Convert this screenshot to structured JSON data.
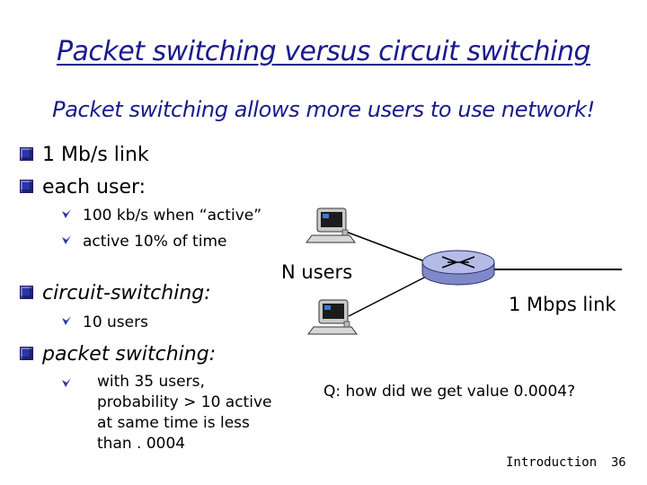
{
  "slide": {
    "title": "Packet switching versus circuit switching",
    "subtitle": "Packet switching allows more users to use network!",
    "bullets": {
      "link": "1 Mb/s link",
      "each_user": "each user:",
      "kbps": "100 kb/s when “active”",
      "active": "active 10% of time",
      "circuit": "circuit-switching:",
      "ten_users": "10 users",
      "packet": "packet switching:",
      "with35": "with 35 users, probability > 10 active at same time is less than . 0004"
    },
    "diagram": {
      "n_users": "N users",
      "link_label": "1 Mbps link",
      "computer_icon": "computer-icon",
      "router_icon": "router-icon"
    },
    "question": "Q: how did we get value 0.0004?",
    "footer": {
      "section": "Introduction",
      "page": "36"
    },
    "colors": {
      "title": "#1a1a8c",
      "bullet": "#2b35a6",
      "router": "#9aa2d8"
    }
  }
}
